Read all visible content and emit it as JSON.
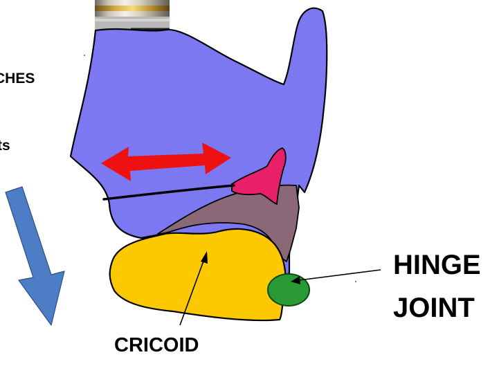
{
  "labels": {
    "left_line_1": "CHES",
    "left_line_2": "ts",
    "hinge_line_1": "HINGE",
    "hinge_line_2": "JOINT",
    "cricoid": "CRICOID"
  },
  "colors": {
    "thyroid_cartilage": "#7b78f2",
    "cricoid_cartilage": "#fcc800",
    "overlap_region": "#8b6878",
    "arytenoid": "#e8206a",
    "hinge_joint": "#2a9a34",
    "horizontal_arrow": "#ee1111",
    "down_arrow": "#4d7dc4"
  },
  "icons": {
    "top_object": "metal-cylinder-icon",
    "double_arrow": "double-headed-arrow-icon",
    "down_arrow": "down-arrow-icon"
  }
}
